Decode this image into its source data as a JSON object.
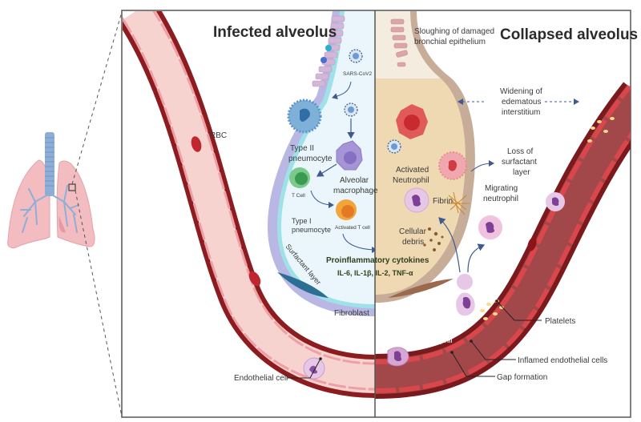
{
  "diagram": {
    "left_title": "Infected alveolus",
    "right_title": "Collapsed alveolus",
    "labels": {
      "sars_cov2": "SARS-CoV2",
      "rbc": "RBC",
      "type2_line1": "Type II",
      "type2_line2": "pneumocyte",
      "alveolar_line1": "Alveolar",
      "alveolar_line2": "macrophage",
      "t_cell": "T Cell",
      "type1_line1": "Type I",
      "type1_line2": "pneumocyte",
      "activated_t_cell": "Activated T cell",
      "surfactant_layer": "Surfactant layer",
      "fibroblast": "Fibroblast",
      "endothelial_cell": "Endothelial cell",
      "sloughing_line1": "Sloughing of damaged",
      "sloughing_line2": "bronchial epithelium",
      "widening_line1": "Widening of",
      "widening_line2": "edematous",
      "widening_line3": "interstitium",
      "activated_neutrophil_line1": "Activated",
      "activated_neutrophil_line2": "Neutrophil",
      "fibrin": "Fibrin",
      "loss_line1": "Loss of",
      "loss_line2": "surfactant",
      "loss_line3": "layer",
      "migrating_line1": "Migrating",
      "migrating_line2": "neutrophil",
      "cellular_line1": "Cellular",
      "cellular_line2": "debris",
      "cytokines_title": "Proinflammatory cytokines",
      "cytokines_list": "IL-6, IL-1β, IL-2, TNF-α",
      "neutrophil": "Neutrophil",
      "platelets": "Platelets",
      "inflamed_endothelial": "Inflamed endothelial cells",
      "gap_formation": "Gap formation"
    },
    "colors": {
      "vessel_wall": "#8c1c1f",
      "vessel_lumen_healthy": "#f7d3d0",
      "vessel_lumen_inflamed": "#a2484a",
      "alveolus_fluid": "#eaf6fb",
      "collapsed_fluid": "#efd9b3",
      "lung": "#f2bcc0",
      "trachea": "#8faed6",
      "arrow": "#3f5a8e"
    }
  }
}
